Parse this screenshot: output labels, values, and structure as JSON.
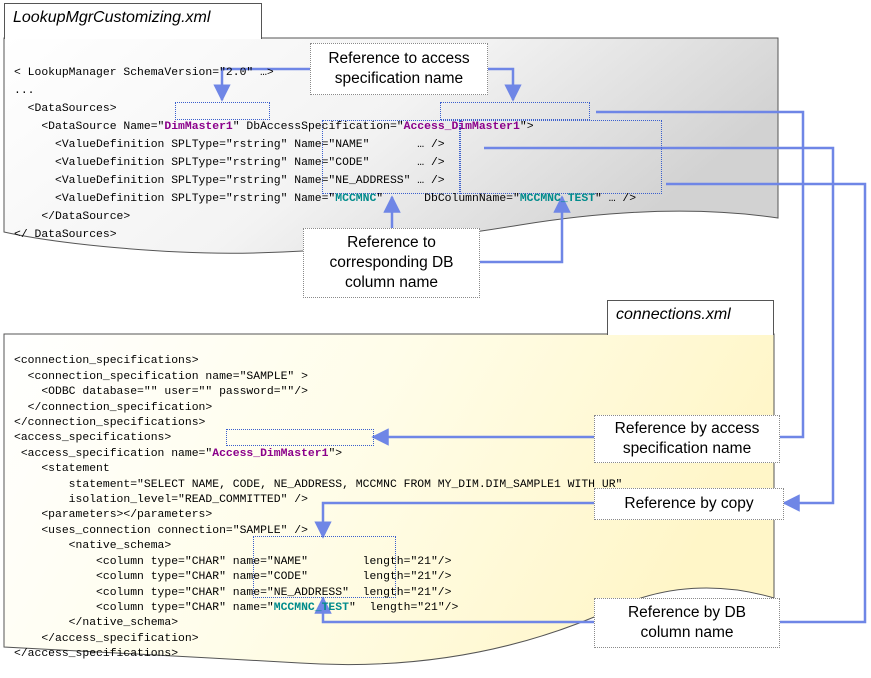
{
  "file1": {
    "title": "LookupMgrCustomizing.xml",
    "lines": [
      "< LookupManager SchemaVersion=\"2.0\" …>",
      "...",
      "  <DataSources>",
      "    <DataSource Name=\"",
      "      <ValueDefinition SPLType=\"rstring\" Name=\"NAME\"       … />",
      "      <ValueDefinition SPLType=\"rstring\" Name=\"CODE\"       … />",
      "      <ValueDefinition SPLType=\"rstring\" Name=\"NE_ADDRESS\" … />",
      "      <ValueDefinition SPLType=\"rstring\" Name=\"",
      "    </DataSource>",
      "</ DataSources>"
    ],
    "ds_mid": "\" DbAccessSpecification=\"",
    "ds_end": "\">",
    "vd_mid": "\"      DbColumnName=\"",
    "vd_end": "\" … />",
    "dimmaster": "DimMaster1",
    "access_name": "Access_DimMaster1",
    "mccmnc": "MCCMNC",
    "mccmnc_test": "MCCMNC_TEST"
  },
  "file2": {
    "title": "connections.xml",
    "lines": [
      "<connection_specifications>",
      "  <connection_specification name=\"SAMPLE\" >",
      "    <ODBC database=\"\" user=\"\" password=\"\"/>",
      "  </connection_specification>",
      "</connection_specifications>",
      "<access_specifications>",
      " <access_specification name=\"",
      "    <statement",
      "        statement=\"SELECT NAME, CODE, NE_ADDRESS, MCCMNC FROM MY_DIM.DIM_SAMPLE1 WITH UR\"",
      "        isolation_level=\"READ_COMMITTED\" />",
      "    <parameters></parameters>",
      "    <uses_connection connection=\"SAMPLE\" />",
      "        <native_schema>",
      "            <column type=\"CHAR\" name=\"NAME\"        length=\"21\"/>",
      "            <column type=\"CHAR\" name=\"CODE\"        length=\"21\"/>",
      "            <column type=\"CHAR\" name=\"NE_ADDRESS\"  length=\"21\"/>",
      "            <column type=\"CHAR\" name=\"",
      "        </native_schema>",
      "    </access_specification>",
      "</access_specifications>"
    ],
    "as_end": "\">",
    "col_end": "\"  length=\"21\"/>",
    "access_name": "Access_DimMaster1",
    "mccmnc_test": "MCCMNC_TEST"
  },
  "callouts": {
    "access_spec_ref": "Reference to access\nspecification name",
    "db_column_ref": "Reference to\ncorresponding DB\ncolumn name",
    "by_access": "Reference by access\nspecification name",
    "by_copy": "Reference by copy",
    "by_db_column": "Reference by DB\ncolumn name"
  },
  "colors": {
    "arrow": "#6f86e6",
    "highlight_border": "#3a5fcd",
    "purple_text": "#8b008b",
    "teal_text": "#008b8b"
  }
}
